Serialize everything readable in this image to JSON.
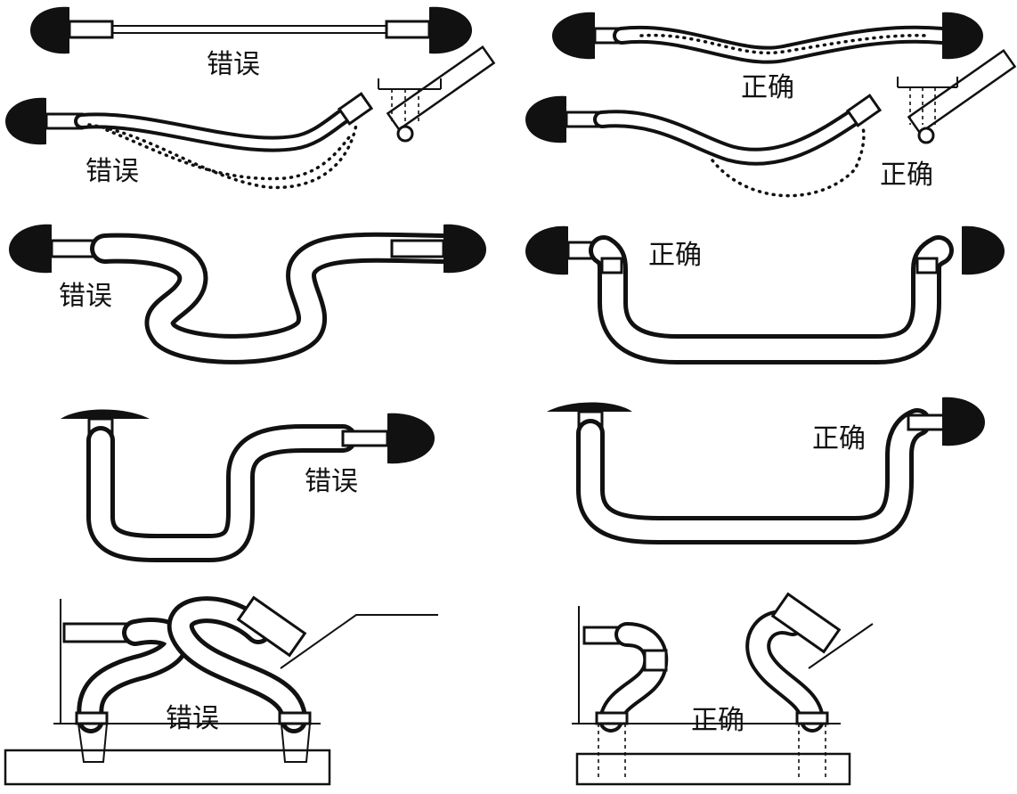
{
  "panels": [
    {
      "id": "r1-left",
      "label": "错误"
    },
    {
      "id": "r1-right",
      "label": "正确"
    },
    {
      "id": "r2-left",
      "label": "错误"
    },
    {
      "id": "r2-right",
      "label": "正确"
    },
    {
      "id": "r3-left",
      "label": "错误"
    },
    {
      "id": "r3-right",
      "label": "正确"
    },
    {
      "id": "r4-left",
      "label": "错误"
    },
    {
      "id": "r4-right",
      "label": "正确"
    },
    {
      "id": "r5-left",
      "label": "错误"
    },
    {
      "id": "r5-right",
      "label": "正确"
    }
  ]
}
